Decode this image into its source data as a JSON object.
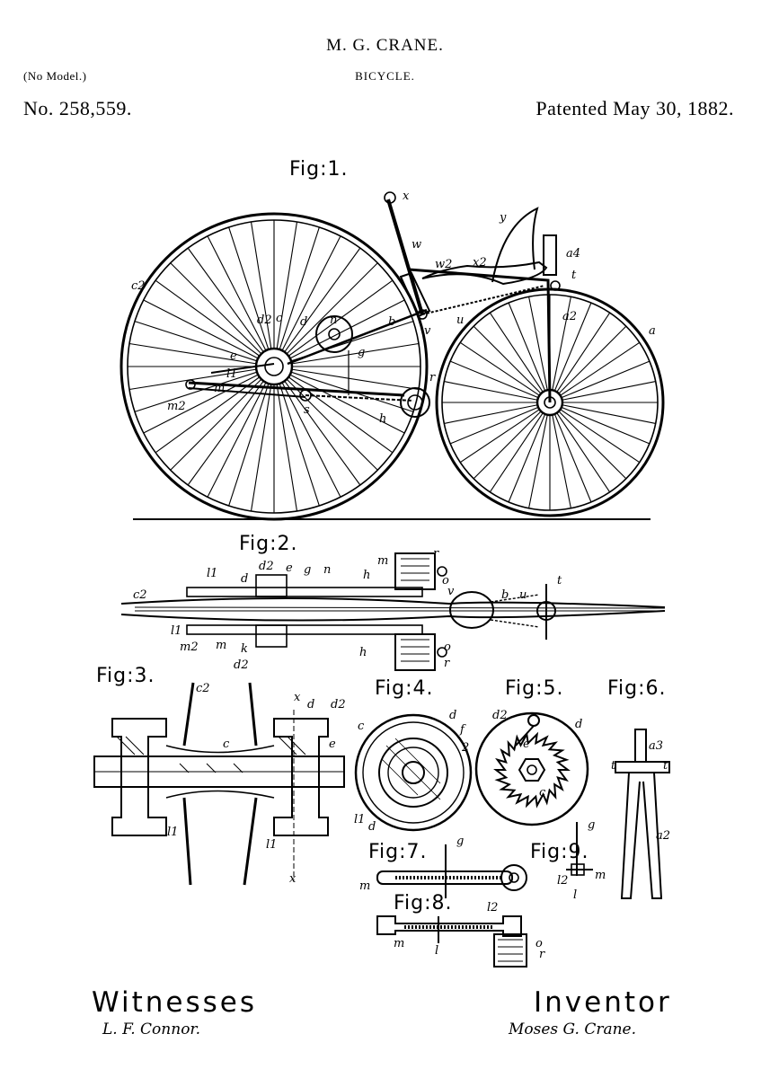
{
  "header": {
    "inventor_name": "M. G. CRANE.",
    "invention_title": "BICYCLE.",
    "model_note": "(No Model.)",
    "patent_number": "No. 258,559.",
    "patent_date": "Patented May 30, 1882."
  },
  "figures": {
    "fig1": "Fig:1.",
    "fig2": "Fig:2.",
    "fig3": "Fig:3.",
    "fig4": "Fig:4.",
    "fig5": "Fig:5.",
    "fig6": "Fig:6.",
    "fig7": "Fig:7.",
    "fig8": "Fig:8.",
    "fig9": "Fig:9."
  },
  "signatures": {
    "witnesses_heading": "Witnesses",
    "witness_name": "L. F. Connor.",
    "inventor_heading": "Inventor",
    "inventor_signature": "Moses G. Crane."
  },
  "callouts": {
    "fig1": [
      "x",
      "w",
      "y",
      "a4",
      "w2",
      "x2",
      "t",
      "c2",
      "d2",
      "c",
      "d",
      "n",
      "b",
      "v",
      "u",
      "a2",
      "a",
      "e",
      "g",
      "l1",
      "r",
      "m",
      "m2",
      "s",
      "h"
    ],
    "fig2": [
      "r",
      "m",
      "d2",
      "e",
      "g",
      "n",
      "h",
      "o",
      "l1",
      "d",
      "c2",
      "v",
      "b",
      "u",
      "t",
      "l1",
      "m2",
      "m",
      "k",
      "d2",
      "h",
      "o",
      "r"
    ],
    "fig3": [
      "c2",
      "x",
      "d",
      "d2",
      "c",
      "e",
      "l1",
      "l1",
      "x"
    ],
    "fig4": [
      "d",
      "f",
      "c",
      "2",
      "l1",
      "d"
    ],
    "fig5": [
      "d2",
      "d",
      "e",
      "c"
    ],
    "fig6": [
      "a3",
      "t",
      "t",
      "a2"
    ],
    "fig7": [
      "g",
      "m"
    ],
    "fig8": [
      "l2",
      "m",
      "l",
      "o",
      "r"
    ],
    "fig9": [
      "g",
      "l2",
      "m",
      "l"
    ]
  }
}
